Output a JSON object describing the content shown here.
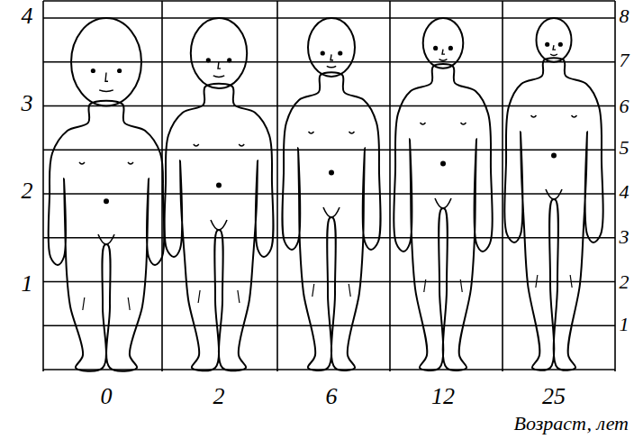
{
  "diagram": {
    "labels": [
      "4",
      "3",
      "2",
      "1",
      "8",
      "7",
      "6",
      "5",
      "4",
      "3",
      "2",
      "1",
      "0",
      "2",
      "6",
      "12",
      "25",
      "Возраст, лет"
    ]
  }
}
